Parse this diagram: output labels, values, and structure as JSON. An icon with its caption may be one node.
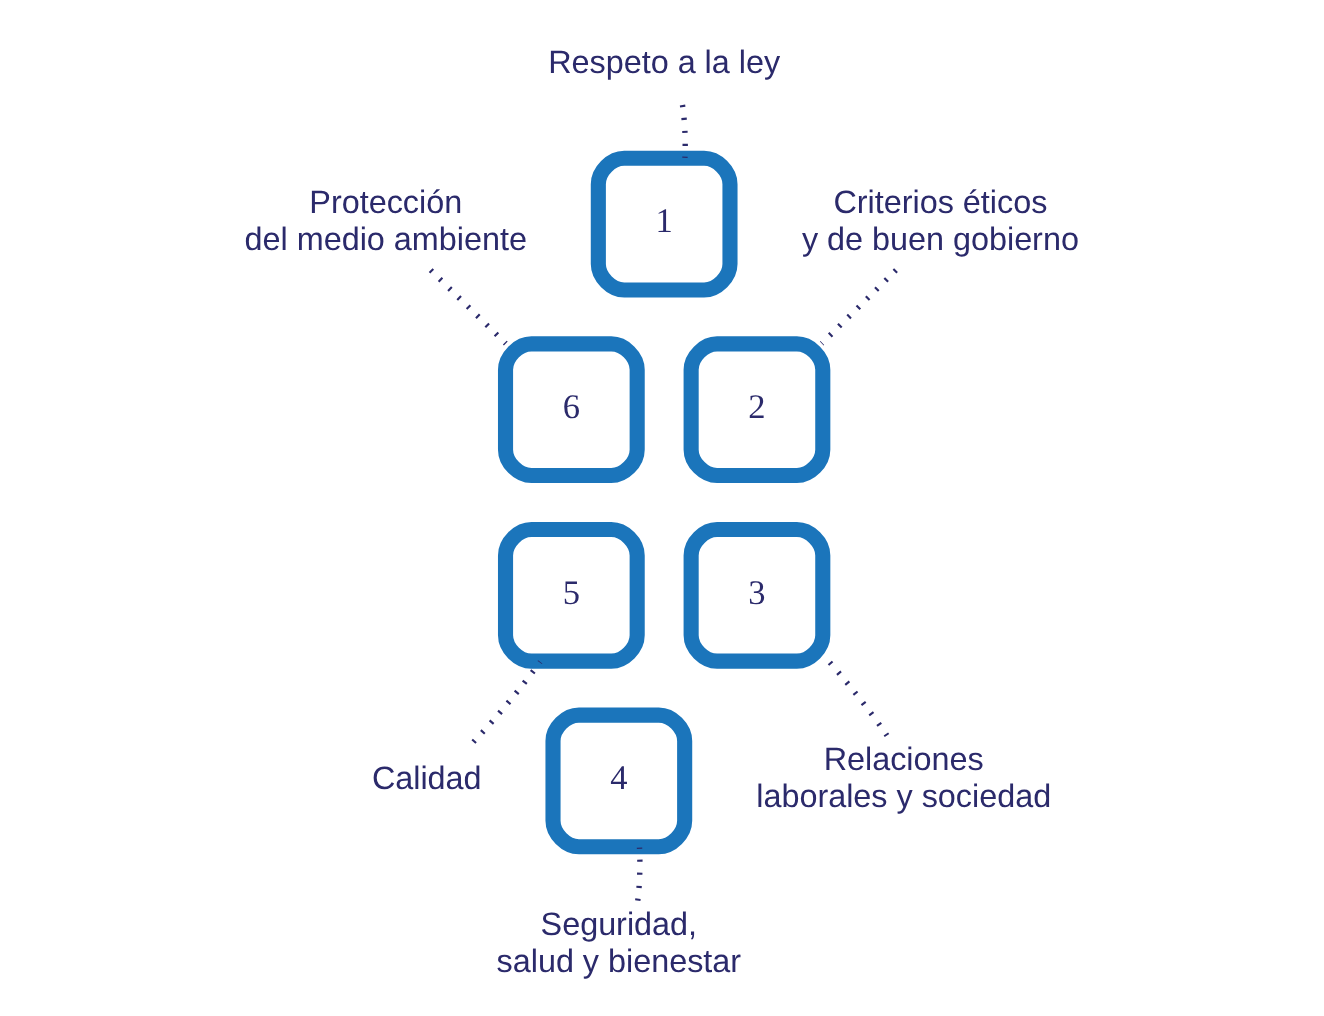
{
  "diagram": {
    "nodes": [
      {
        "text": [
          "Respeto a la ley"
        ]
      },
      {
        "text": [
          "Protección del medio ambiente"
        ]
      },
      {
        "text": [
          "1"
        ]
      },
      {
        "text": [
          "Criterios éticos y de buen gobierno"
        ]
      },
      {
        "text": [
          "6"
        ]
      },
      {
        "text": [
          "2"
        ]
      },
      {
        "text": [
          "5"
        ]
      },
      {
        "text": [
          "3"
        ]
      },
      {
        "text": [
          "Calidad"
        ]
      },
      {
        "text": [
          "4"
        ]
      },
      {
        "text": [
          "Relaciones laborales y sociedad"
        ]
      },
      {
        "text": [
          "Seguridad, salud y bienestar"
        ]
      }
    ],
    "edges": [
      {
        "from": 0,
        "to": 2,
        "arrow": "none",
        "style": "dashed"
      },
      {
        "from": 1,
        "to": 4,
        "arrow": "none",
        "style": "dashed"
      },
      {
        "from": 3,
        "to": 5,
        "arrow": "none",
        "style": "dashed"
      },
      {
        "from": 8,
        "to": 6,
        "arrow": "none",
        "style": "dashed"
      },
      {
        "from": 10,
        "to": 7,
        "arrow": "none",
        "style": "dashed"
      },
      {
        "from": 11,
        "to": 9,
        "arrow": "none",
        "style": "dashed"
      }
    ]
  }
}
